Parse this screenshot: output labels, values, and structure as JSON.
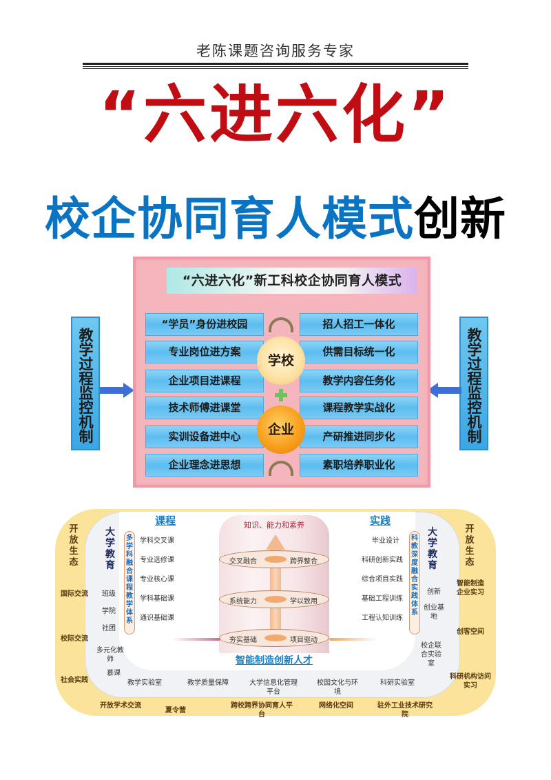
{
  "header": {
    "title": "老陈课题咨询服务专家"
  },
  "main_title": "“六进六化”",
  "subtitle": {
    "blue_part": "校企协同育人模式",
    "black_part": "创新"
  },
  "model_diagram": {
    "title": "“六进六化”新工科校企协同育人模式",
    "left_items": [
      "“学员”身份进校园",
      "专业岗位进方案",
      "企业项目进课程",
      "技术师傅进课堂",
      "实训设备进中心",
      "企业理念进思想"
    ],
    "right_items": [
      "招人招工一体化",
      "供需目标统一化",
      "教学内容任务化",
      "课程教学实战化",
      "产研推进同步化",
      "素职培养职业化"
    ],
    "center_top": "学校",
    "center_bottom": "企业",
    "side_left": "教学过程监控机制",
    "side_right": "教学过程监控机制",
    "colors": {
      "frame_pink": "#f5b5bd",
      "box_blue": "#5cbdf0",
      "school_circle": "#fde3a6",
      "company_circle": "#f7a01d",
      "plus_green": "#6cc25c"
    }
  },
  "ecosystem_diagram": {
    "outer_left": {
      "title": "开放生态",
      "items": [
        "国际交流",
        "校际交流",
        "社会实践"
      ]
    },
    "outer_right": {
      "title": "开放生态",
      "items": [
        "智能制造企业实习",
        "创客空间",
        "科研机构访问实习"
      ]
    },
    "mid_left": {
      "title": "大学教育",
      "items": [
        "班级",
        "学院",
        "社团",
        "多元化教师",
        "慕课"
      ]
    },
    "mid_right": {
      "title": "大学教育",
      "items": [
        "创新",
        "创业基地",
        "校企联合实验室"
      ]
    },
    "course": {
      "title": "课程",
      "system": "多学科融合课程教学体系",
      "items": [
        "学科交叉课",
        "专业选修课",
        "专业核心课",
        "学科基础课",
        "通识基础课"
      ]
    },
    "practice": {
      "title": "实践",
      "system": "科教深度融合实践体系",
      "items": [
        "毕业设计",
        "科研创新实践",
        "综合项目实践",
        "基础工程训练",
        "工程认知训练"
      ]
    },
    "core": {
      "top_label": "知识、能力和素养",
      "rings": [
        {
          "left": "交叉融合",
          "right": "跨界整合"
        },
        {
          "left": "系统能力",
          "right": "学以致用"
        },
        {
          "left": "夯实基础",
          "right": "项目驱动"
        }
      ],
      "bottom_label": "智能制造创新人才"
    },
    "mid_bottom": [
      "教学实验室",
      "教学质量保障",
      "大学信息化管理平台",
      "校园文化与环境",
      "科研实验室"
    ],
    "outer_bottom": [
      "开放学术交流",
      "夏令营",
      "跨校跨界协同育人平台",
      "网络化空间",
      "驻外工业技术研究院"
    ],
    "colors": {
      "outer_yellow": "#fbe49a",
      "mid_grey": "#f1f2f5",
      "title_blue": "#1780c8"
    }
  }
}
